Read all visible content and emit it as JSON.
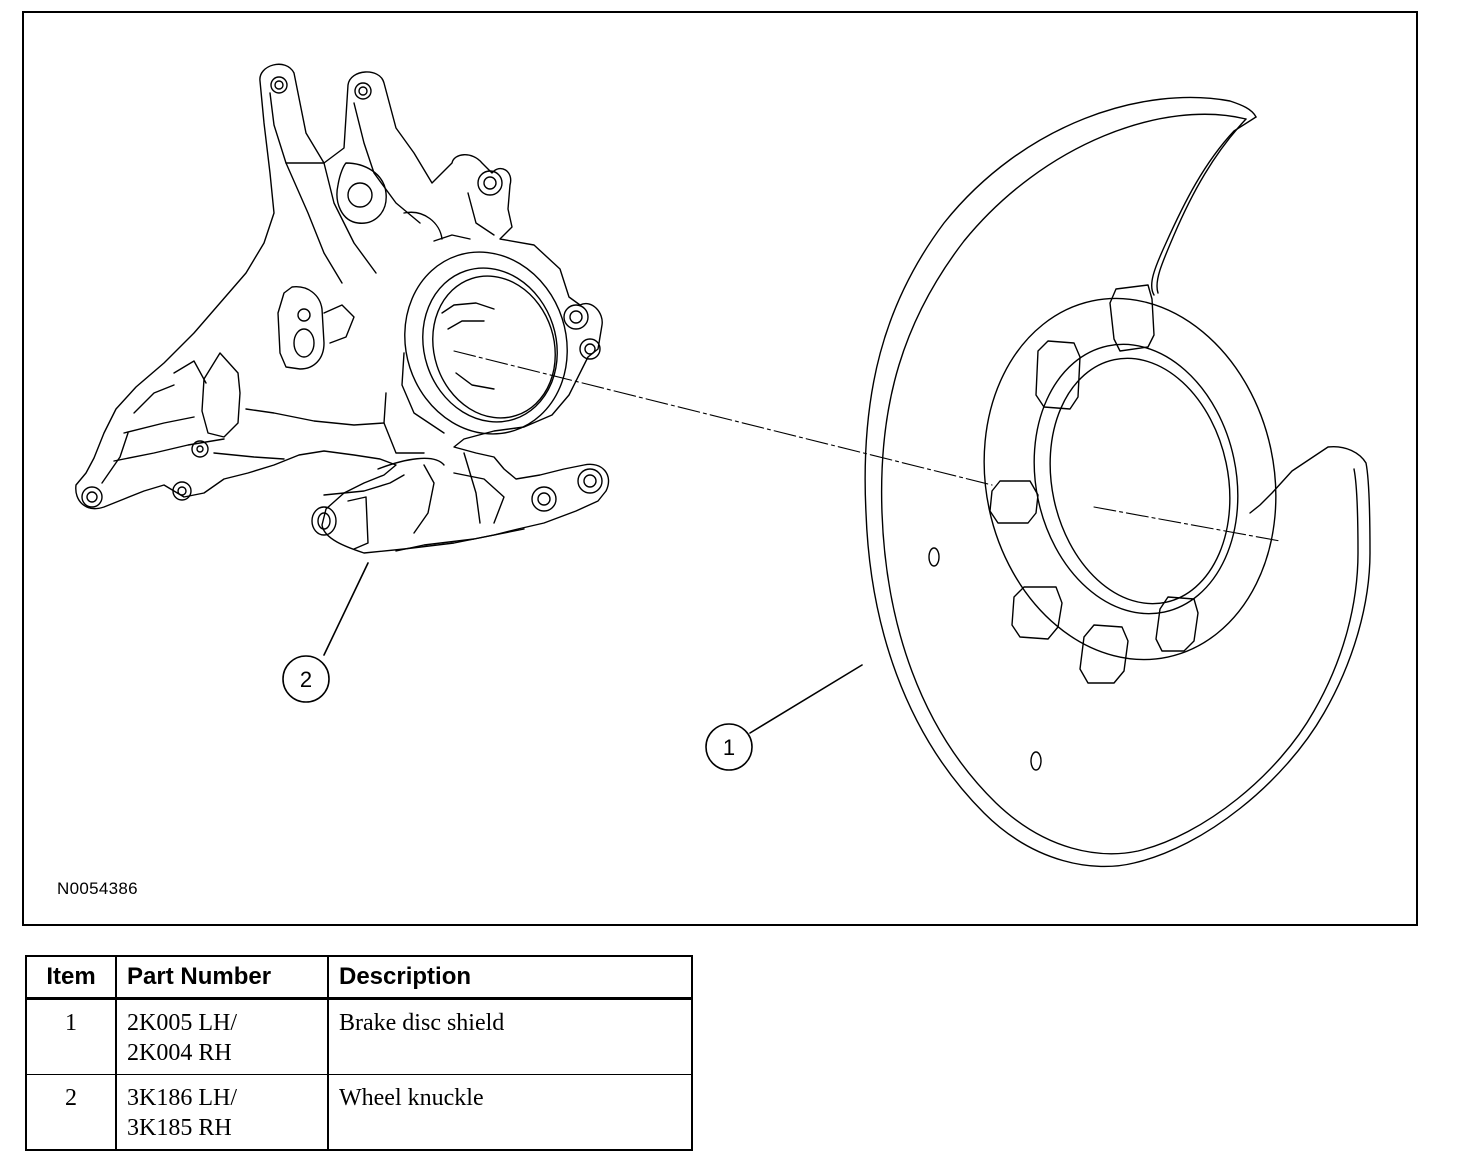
{
  "figure": {
    "id": "N0054386",
    "callouts": [
      {
        "number": "1"
      },
      {
        "number": "2"
      }
    ]
  },
  "table": {
    "headers": {
      "item": "Item",
      "part_number": "Part Number",
      "description": "Description"
    },
    "rows": [
      {
        "item": "1",
        "part_number_lines": [
          "2K005 LH/",
          "2K004 RH"
        ],
        "description": "Brake disc shield"
      },
      {
        "item": "2",
        "part_number_lines": [
          "3K186 LH/",
          "3K185 RH"
        ],
        "description": "Wheel knuckle"
      }
    ]
  }
}
